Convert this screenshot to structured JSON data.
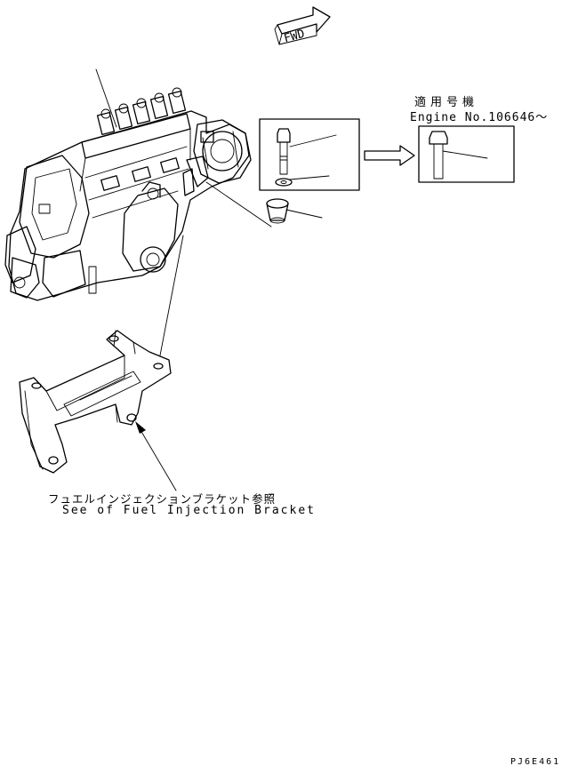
{
  "fwd_arrow": {
    "label": "FWD",
    "icon": "forward-direction-arrow-icon"
  },
  "applicability": {
    "title_jp": "適用号機",
    "engine_label": "Engine No.106646〜"
  },
  "reference_note": {
    "jp": "フュエルインジェクションブラケット参照",
    "en": "See of Fuel Injection Bracket"
  },
  "drawing_code": "PJ6E461"
}
